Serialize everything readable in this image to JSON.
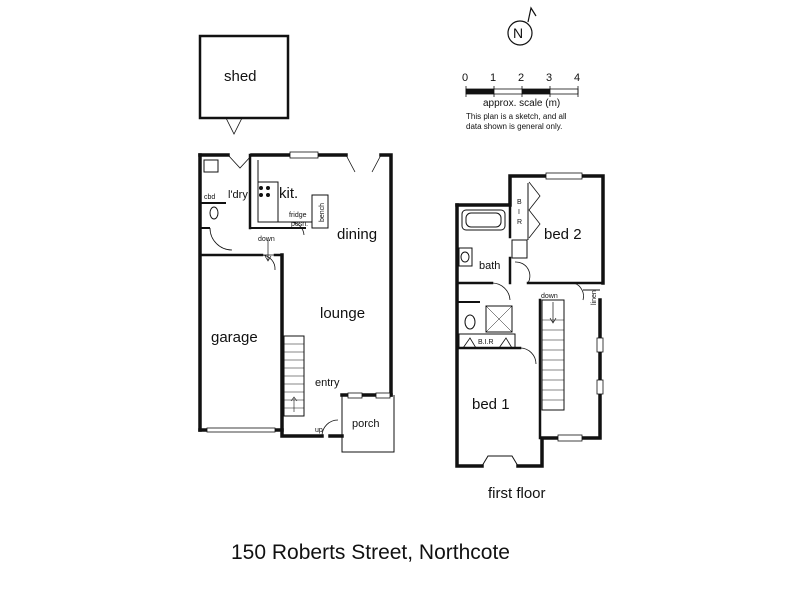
{
  "rooms": {
    "shed": "shed",
    "laundry": "l'dry",
    "cupboard": "cbd",
    "kitchen": "kit.",
    "fridge": "fridge",
    "fridge_posn": "posn.",
    "bench": "bench",
    "dining": "dining",
    "lounge": "lounge",
    "garage": "garage",
    "entry": "entry",
    "porch": "porch",
    "up": "up",
    "down_ground": "down",
    "bath": "bath",
    "bed1": "bed 1",
    "bed2": "bed 2",
    "bir_bed1": "B.I.R",
    "bir_bed2_b": "B",
    "bir_bed2_i": "I",
    "bir_bed2_r": "R",
    "down_first": "down",
    "linen": "linen"
  },
  "floor_label": "first floor",
  "address": "150 Roberts Street, Northcote",
  "compass_letter": "N",
  "scale": {
    "ticks": [
      "0",
      "1",
      "2",
      "3",
      "4"
    ],
    "unit_label": "approx. scale (m)",
    "disclaimer_line1": "This plan is a sketch, and all",
    "disclaimer_line2": "data shown is general only."
  },
  "colors": {
    "ink": "#111111",
    "background": "#ffffff"
  }
}
